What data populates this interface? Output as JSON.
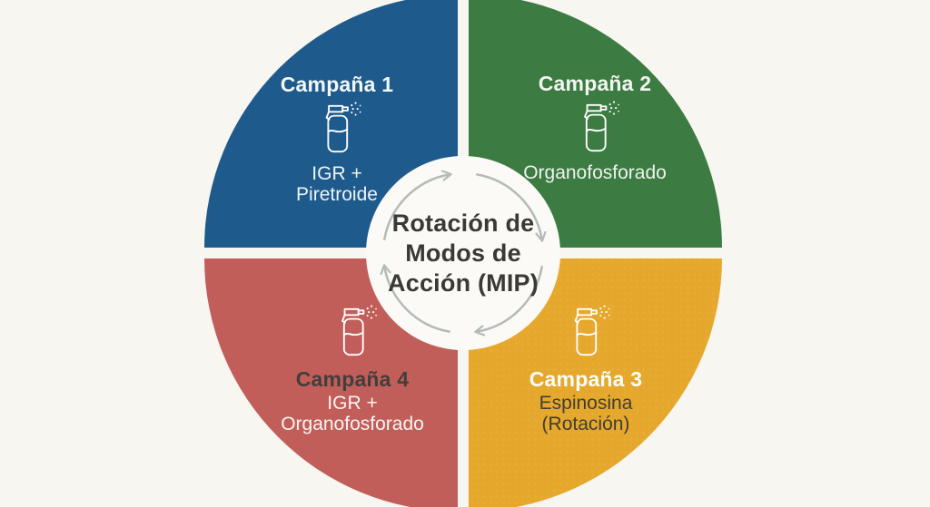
{
  "diagram": {
    "title": "Rotación de Modos de Acción (MIP)",
    "background_color": "#f8f6f1"
  },
  "center": {
    "lines": [
      "Rotación de",
      "Modos de",
      "Acción (MIP)"
    ],
    "text_color": "#3a3936",
    "circle_color": "#fbfaf6",
    "arrow_color": "#b3bab8",
    "arrow_direction": "clockwise"
  },
  "quadrants": [
    {
      "id": "campana-1",
      "position": "top-left",
      "label": "Campaña 1",
      "sublines": [
        "IGR +",
        "Piretroide"
      ],
      "color": "#1e5b8c",
      "label_color": "#f4f7fa",
      "sub_color": "#eef3f7",
      "icon": "spray-bottle-icon"
    },
    {
      "id": "campana-2",
      "position": "top-right",
      "label": "Campaña 2",
      "sublines": [
        "Organofosforado"
      ],
      "color": "#3c7b42",
      "label_color": "#f2f6f1",
      "sub_color": "#edf3ec",
      "icon": "spray-bottle-icon"
    },
    {
      "id": "campana-3",
      "position": "bottom-right",
      "label": "Campaña 3",
      "sublines": [
        "Espinosina",
        "(Rotación)"
      ],
      "color": "#e5a82c",
      "label_color": "#fdfcf7",
      "sub_color": "#3f3c31",
      "icon": "spray-bottle-icon"
    },
    {
      "id": "campana-4",
      "position": "bottom-left",
      "label": "Campaña 4",
      "sublines": [
        "IGR +",
        "Organofosforado"
      ],
      "color": "#c25e5a",
      "label_color": "#413e3c",
      "sub_color": "#fbf4f2",
      "icon": "spray-bottle-icon"
    }
  ]
}
